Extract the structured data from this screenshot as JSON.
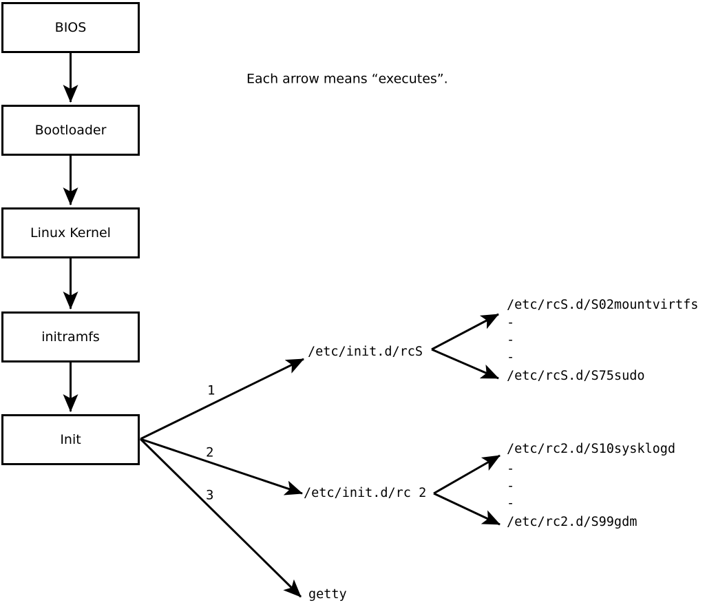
{
  "note": "Each arrow means “executes”.",
  "boxes": [
    "BIOS",
    "Bootloader",
    "Linux Kernel",
    "initramfs",
    "Init"
  ],
  "arrow_labels": [
    "1",
    "2",
    "3"
  ],
  "rcS": {
    "label": "/etc/init.d/rcS",
    "items": [
      "/etc/rcS.d/S02mountvirtfs",
      "-",
      "-",
      "-",
      "/etc/rcS.d/S75sudo"
    ]
  },
  "rc2": {
    "label": "/etc/init.d/rc 2",
    "items": [
      "/etc/rc2.d/S10sysklogd",
      "-",
      "-",
      "-",
      "/etc/rc2.d/S99gdm"
    ]
  },
  "getty": {
    "label": "getty"
  },
  "colors": {
    "line": "#000000",
    "background": "#ffffff"
  }
}
